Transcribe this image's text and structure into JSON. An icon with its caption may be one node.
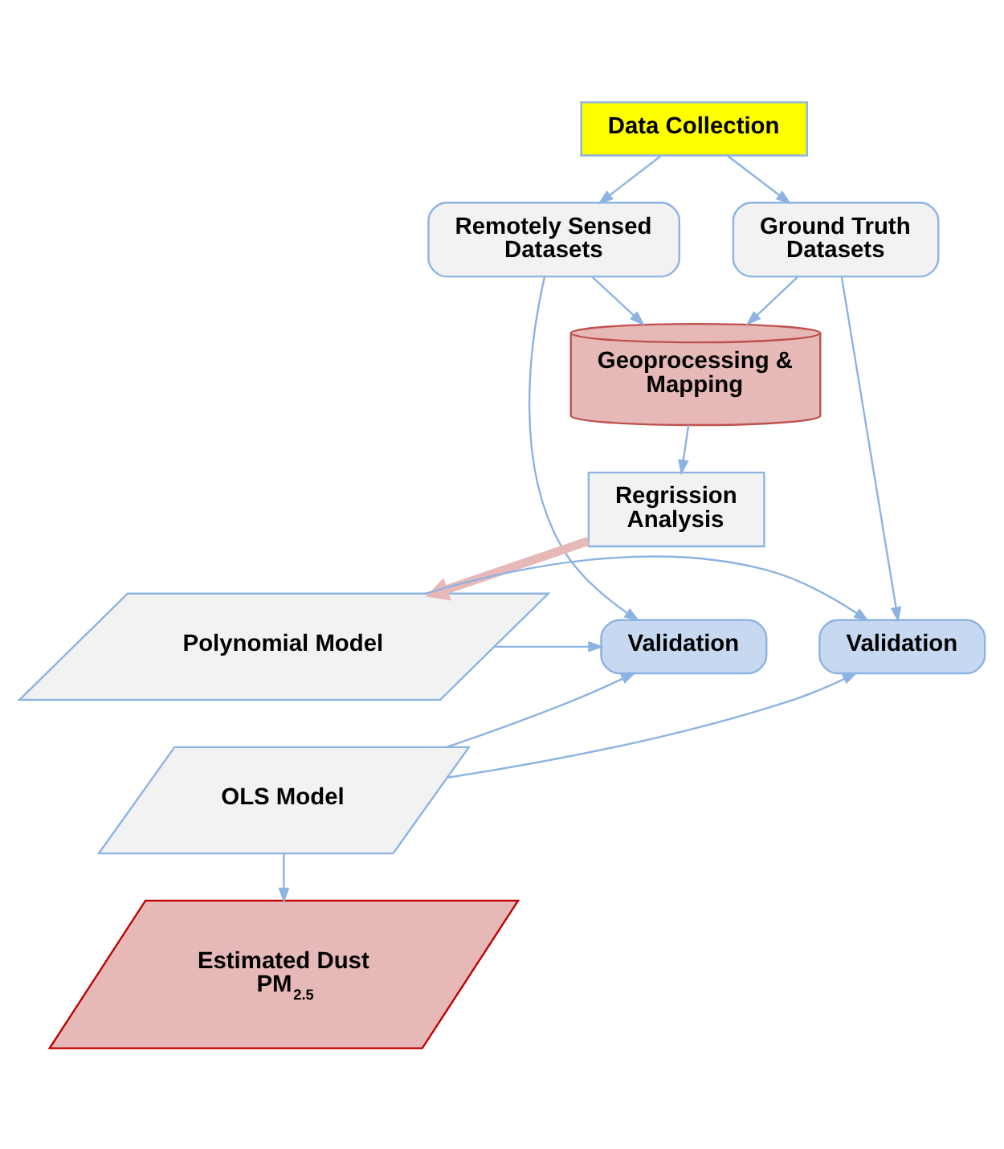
{
  "diagram": {
    "nodes": [
      {
        "text": [
          "Data Collection"
        ]
      },
      {
        "text": [
          "Remotely Sensed Datasets"
        ]
      },
      {
        "text": [
          "Ground Truth Datasets"
        ]
      },
      {
        "text": [
          "Geoprocessing & Mapping"
        ]
      },
      {
        "text": [
          "Regrission Analysis"
        ]
      },
      {
        "text": [
          "Validation"
        ]
      },
      {
        "text": [
          "Polynomial Model"
        ]
      },
      {
        "text": [
          "Validation"
        ]
      },
      {
        "text": [
          "OLS Model"
        ]
      },
      {
        "text": [
          "Estimated Dust PM$_{2.5}$"
        ]
      }
    ],
    "edges": [
      {
        "from": 0,
        "to": 1,
        "arrow": "to"
      },
      {
        "from": 0,
        "to": 2,
        "arrow": "to"
      },
      {
        "from": 1,
        "to": 3,
        "arrow": "to"
      },
      {
        "from": 2,
        "to": 3,
        "arrow": "to"
      },
      {
        "from": 1,
        "to": 5,
        "arrow": "to"
      },
      {
        "from": 2,
        "to": 7,
        "arrow": "to"
      },
      {
        "from": 3,
        "to": 4,
        "arrow": "to"
      },
      {
        "from": 4,
        "to": 6,
        "arrow": "to",
        "style": "thick",
        "color": "#e6b8b7"
      },
      {
        "from": 6,
        "to": 5,
        "arrow": "to"
      },
      {
        "from": 6,
        "to": 7,
        "arrow": "to"
      },
      {
        "from": 8,
        "to": 5,
        "arrow": "to"
      },
      {
        "from": 8,
        "to": 7,
        "arrow": "to"
      },
      {
        "from": 8,
        "to": 9,
        "arrow": "to"
      }
    ]
  }
}
